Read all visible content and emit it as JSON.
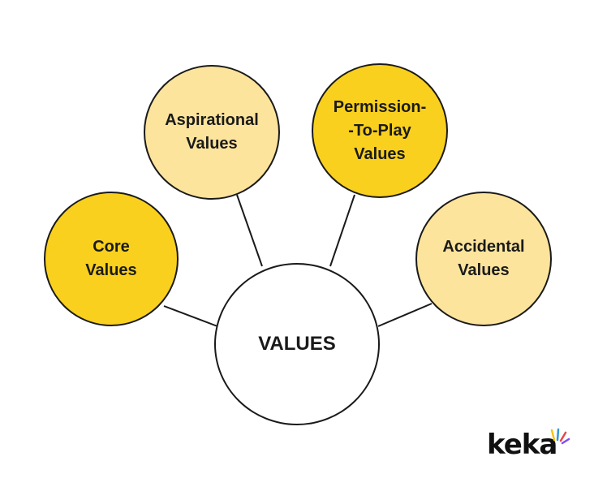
{
  "diagram": {
    "center": {
      "label": "VALUES",
      "fill": "#ffffff"
    },
    "nodes": [
      {
        "id": "core",
        "label": "Core\nValues",
        "fill": "#f9d01e"
      },
      {
        "id": "aspirational",
        "label": "Aspirational\nValues",
        "fill": "#fde49c"
      },
      {
        "id": "permission-to-play",
        "label": "Permission-\n-To-Play\nValues",
        "fill": "#f9d01e"
      },
      {
        "id": "accidental",
        "label": "Accidental\nValues",
        "fill": "#fde49c"
      }
    ],
    "stroke_color": "#1a1a1a"
  },
  "brand": {
    "logo_text": "keka",
    "spark_colors": [
      "#f5c518",
      "#2e9bd6",
      "#e5484d",
      "#7c4dff"
    ]
  }
}
